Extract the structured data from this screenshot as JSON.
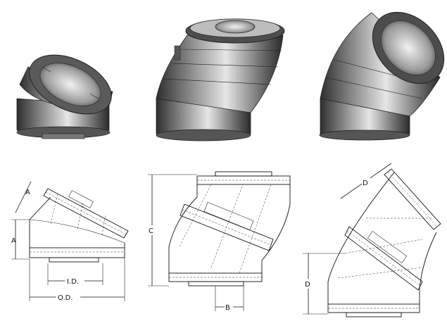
{
  "labels": {
    "a_top": "A",
    "a_side": "A",
    "id": "I.D.",
    "od": "O.D.",
    "c": "C",
    "b": "B",
    "d_top": "D",
    "d_side": "D"
  },
  "colors": {
    "metal_dark": "#3a3a3a",
    "metal_mid": "#8a8a8a",
    "metal_light": "#d9d9d9",
    "line": "#111111"
  },
  "icons": [
    "elbow-15-render",
    "elbow-30-render",
    "elbow-45-render",
    "elbow-15-drawing",
    "elbow-30-drawing",
    "elbow-45-drawing"
  ]
}
